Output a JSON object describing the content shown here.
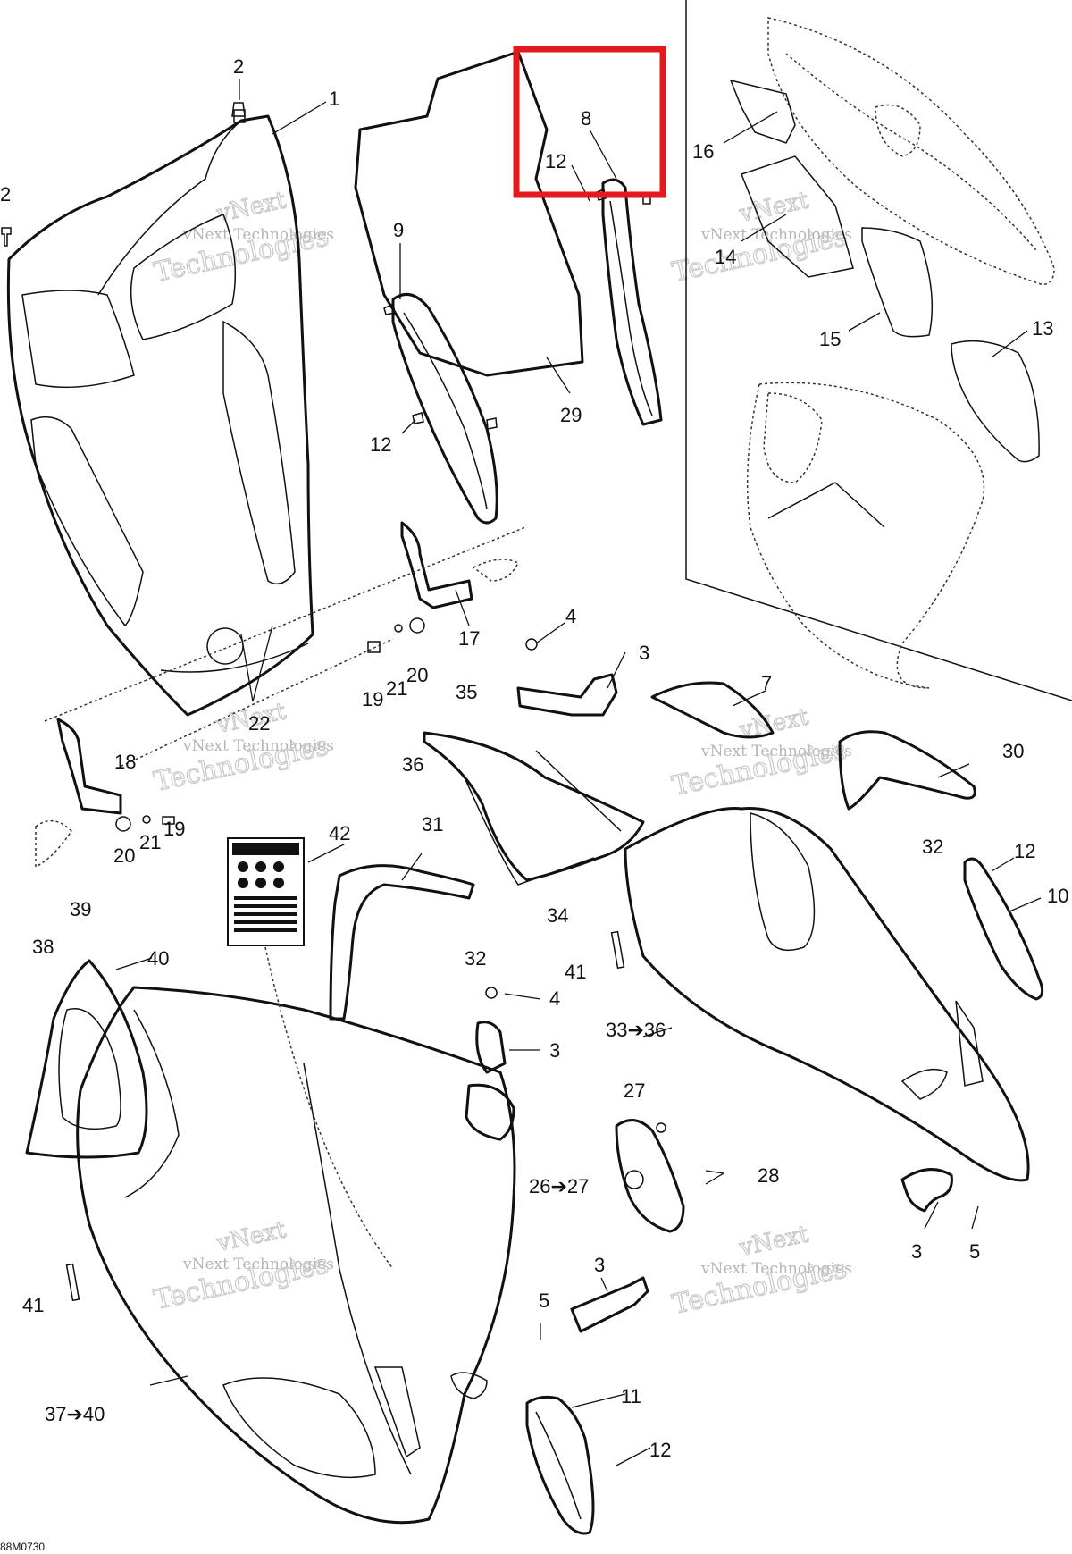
{
  "diagram": {
    "reference_code": "88M0730",
    "watermark": {
      "company": "vNext Technologies",
      "line1": "vNext",
      "line2": "Technologies"
    },
    "highlight": {
      "color": "#e3191f",
      "part": "8"
    },
    "callouts": {
      "c1": "1",
      "c2a": "2",
      "c2b": "2",
      "c8": "8",
      "c12a": "12",
      "c9": "9",
      "c12b": "12",
      "c29": "29",
      "c16": "16",
      "c14": "14",
      "c15": "15",
      "c13": "13",
      "c17": "17",
      "c19a": "19",
      "c21a": "21",
      "c20a": "20",
      "c22": "22",
      "c4a": "4",
      "c3a": "3",
      "c35": "35",
      "c7": "7",
      "c36": "36",
      "c18": "18",
      "c20b": "20",
      "c21b": "21",
      "c19b": "19",
      "c30": "30",
      "c32a": "32",
      "c42": "42",
      "c31": "31",
      "c34": "34",
      "c12c": "12",
      "c10": "10",
      "c39": "39",
      "c38": "38",
      "c40": "40",
      "c32b": "32",
      "c41a": "41",
      "c4b": "4",
      "c33": "33➔36",
      "c3b": "3",
      "c27": "27",
      "c28": "28",
      "c26": "26➔27",
      "c3c": "3",
      "c5a": "5",
      "c41b": "41",
      "c3d": "3",
      "c5b": "5",
      "c37": "37➔40",
      "c11": "11",
      "c12d": "12"
    }
  }
}
